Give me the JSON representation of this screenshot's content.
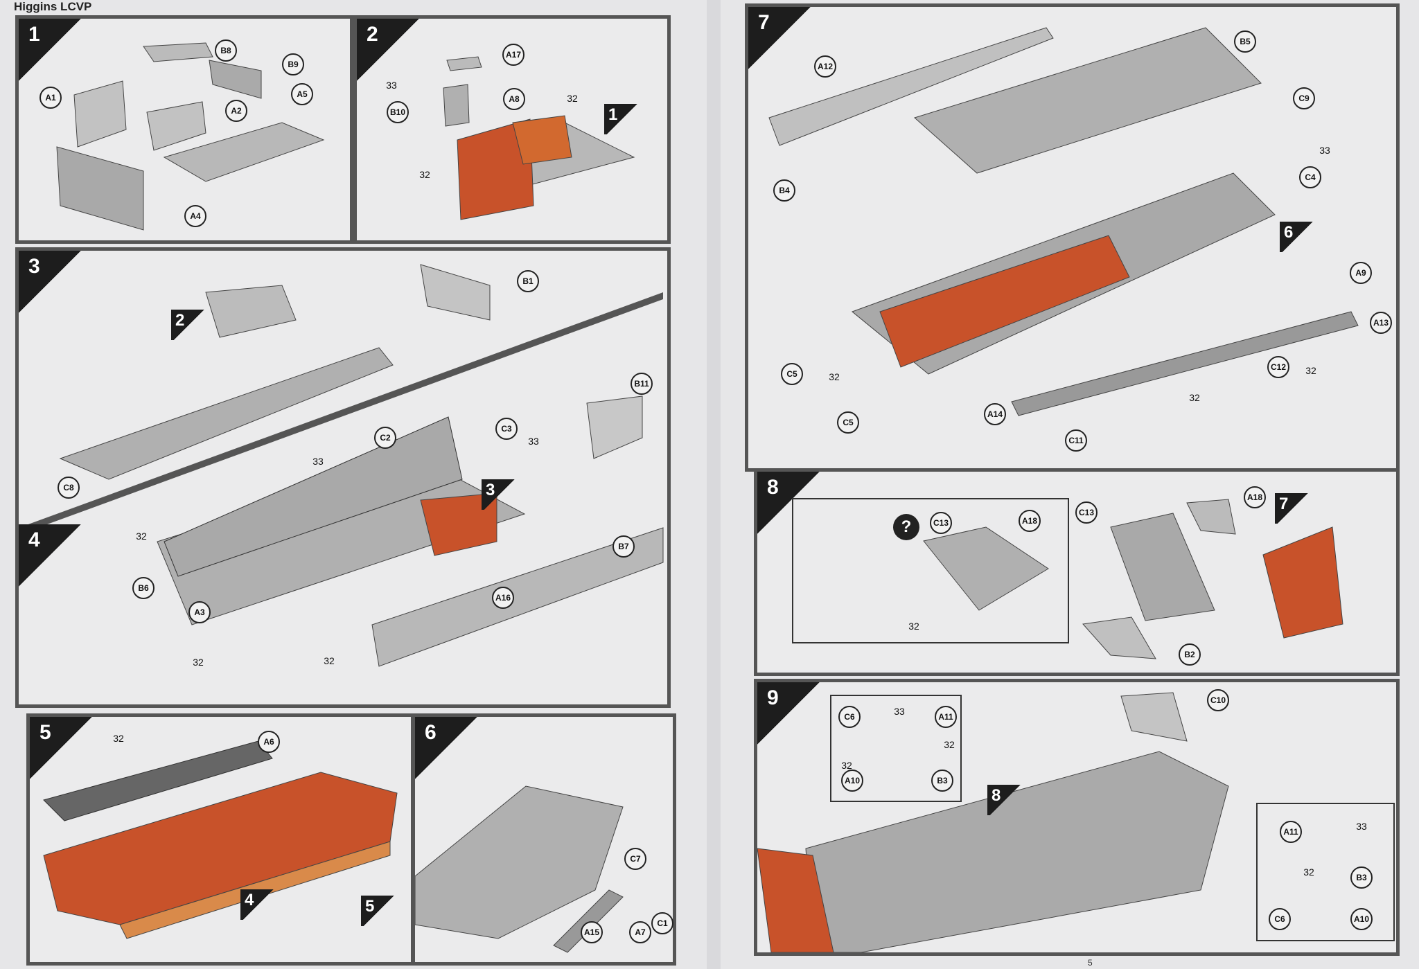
{
  "title": "Higgins LCVP",
  "page_number": "5",
  "steps": {
    "s1": {
      "number": "1",
      "callouts": [
        "B8",
        "B9",
        "A1",
        "A2",
        "A5",
        "A4"
      ]
    },
    "s2": {
      "number": "2",
      "callouts": [
        "A17",
        "A8",
        "B10"
      ],
      "paints": [
        "33",
        "32",
        "32"
      ],
      "sub": "1"
    },
    "s3": {
      "number": "3",
      "callouts": [
        "B1",
        "C8"
      ],
      "sub": "2"
    },
    "s4": {
      "number": "4",
      "callouts": [
        "C2",
        "C3",
        "B11",
        "B6",
        "A3",
        "B7",
        "A16"
      ],
      "paints": [
        "33",
        "33",
        "32",
        "32",
        "32"
      ],
      "sub": "3"
    },
    "s5": {
      "number": "5",
      "callouts": [
        "A6"
      ],
      "paints": [
        "32"
      ],
      "sub": "4"
    },
    "s6": {
      "number": "6",
      "callouts": [
        "C7",
        "C1",
        "A7",
        "A15"
      ],
      "sub": "5"
    },
    "s7": {
      "number": "7",
      "callouts": [
        "B5",
        "A12",
        "C9",
        "C4",
        "B4",
        "A9",
        "A13",
        "C12",
        "C5",
        "A14",
        "C5",
        "C11"
      ],
      "paints": [
        "33",
        "32",
        "32",
        "32"
      ],
      "sub": "6"
    },
    "s8": {
      "number": "8",
      "question": "?",
      "callouts": [
        "C13",
        "A18",
        "C13",
        "A18",
        "B2"
      ],
      "paints": [
        "32"
      ],
      "sub": "7"
    },
    "s9": {
      "number": "9",
      "callouts": [
        "C10"
      ],
      "sub": "8",
      "inset1": {
        "callouts": [
          "C6",
          "A11",
          "A10",
          "B3"
        ],
        "paints": [
          "33",
          "32",
          "32"
        ]
      },
      "inset2": {
        "callouts": [
          "A11",
          "B3",
          "C6",
          "A10"
        ],
        "paints": [
          "33",
          "32"
        ]
      }
    }
  },
  "colors": {
    "frame": "#555555",
    "part": "#b5b5b5",
    "painted": "#c8522a",
    "paper": "#ebebec"
  }
}
